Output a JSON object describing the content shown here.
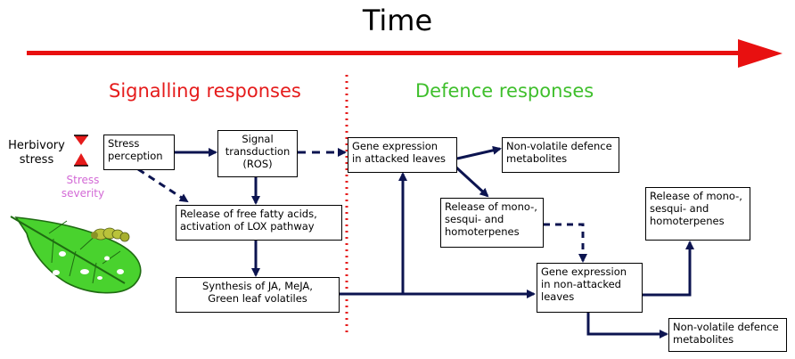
{
  "title": "Time",
  "sections": {
    "signalling": "Signalling responses",
    "defence": "Defence responses"
  },
  "colors": {
    "arrow_red": "#e81010",
    "signalling_red": "#e51b1b",
    "defence_green": "#3fbf2c",
    "stress_pink": "#d36ad6",
    "flow_navy": "#0c1450",
    "leaf_green": "#49d22e"
  },
  "labels": {
    "herbivory": "Herbivory\nstress",
    "stress_severity": "Stress\nseverity"
  },
  "boxes": {
    "stress_perception": "Stress\nperception",
    "signal_transduction": "Signal\ntransduction\n(ROS)",
    "release_ffa": "Release of free fatty acids,\nactivation of LOX pathway",
    "synthesis_ja": "Synthesis of JA, MeJA,\nGreen leaf volatiles",
    "gene_attacked": "Gene expression\nin attacked leaves",
    "nonvolatile_1": "Non-volatile defence\nmetabolites",
    "release_terpenes_1": "Release of mono-,\nsesqui- and\nhomoterpenes",
    "gene_nonattacked": "Gene expression\nin non-attacked\nleaves",
    "release_terpenes_2": "Release of mono-,\nsesqui- and\nhomoterpenes",
    "nonvolatile_2": "Non-volatile defence\nmetabolites"
  },
  "icons": [
    "hourglass-icon",
    "caterpillar-leaf-icon"
  ]
}
